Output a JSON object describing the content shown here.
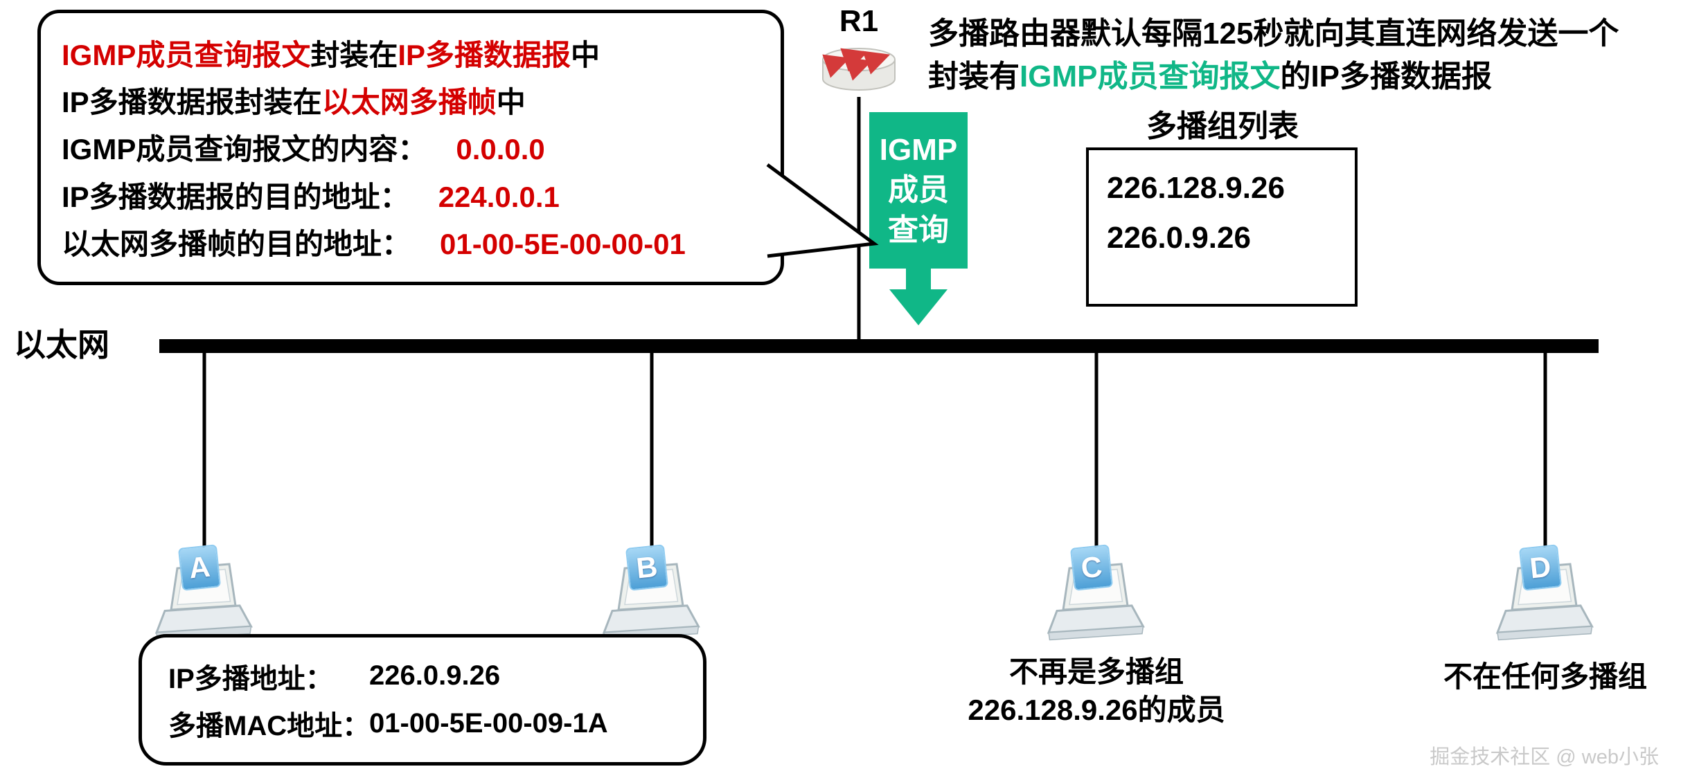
{
  "colors": {
    "accent_red": "#d40000",
    "accent_green": "#10b787",
    "tag_blue": "#4d9fd6"
  },
  "icons": {
    "router": "router-cylinder-with-red-arrows",
    "igmp_arrow": "thick-down-arrow",
    "host": "laptop"
  },
  "router": {
    "label": "R1"
  },
  "igmp_box": {
    "line1": "IGMP",
    "line2": "成员",
    "line3": "查询"
  },
  "bubble": {
    "line1": {
      "a": "IGMP成员查询报文",
      "b": "封装在",
      "c": "IP多播数据报",
      "d": "中"
    },
    "line2": {
      "a": "IP多播数据报封装在",
      "b": "以太网多播帧",
      "c": "中"
    },
    "line3": {
      "label": "IGMP成员查询报文的内容：",
      "value": "0.0.0.0"
    },
    "line4": {
      "label": "IP多播数据报的目的地址：",
      "value": "224.0.0.1"
    },
    "line5": {
      "label": "以太网多播帧的目的地址：",
      "value": "01-00-5E-00-00-01"
    }
  },
  "right_text": {
    "line1": "多播路由器默认每隔125秒就向其直连网络发送一个",
    "line2_pre": "封装有",
    "line2_green": "IGMP成员查询报文",
    "line2_post": "的IP多播数据报"
  },
  "group_list": {
    "title": "多播组列表",
    "items": [
      "226.128.9.26",
      "226.0.9.26"
    ]
  },
  "ethernet": {
    "label": "以太网"
  },
  "hosts": [
    {
      "letter": "A"
    },
    {
      "letter": "B"
    },
    {
      "letter": "C"
    },
    {
      "letter": "D"
    }
  ],
  "host_a_callout": {
    "row1_label": "IP多播地址：",
    "row1_value": "226.0.9.26",
    "row2_label": "多播MAC地址：",
    "row2_value": "01-00-5E-00-09-1A"
  },
  "host_c_note": {
    "line1": "不再是多播组",
    "line2": "226.128.9.26的成员"
  },
  "host_d_note": {
    "text": "不在任何多播组"
  },
  "watermark": {
    "text": "掘金技术社区 @ web小张"
  }
}
